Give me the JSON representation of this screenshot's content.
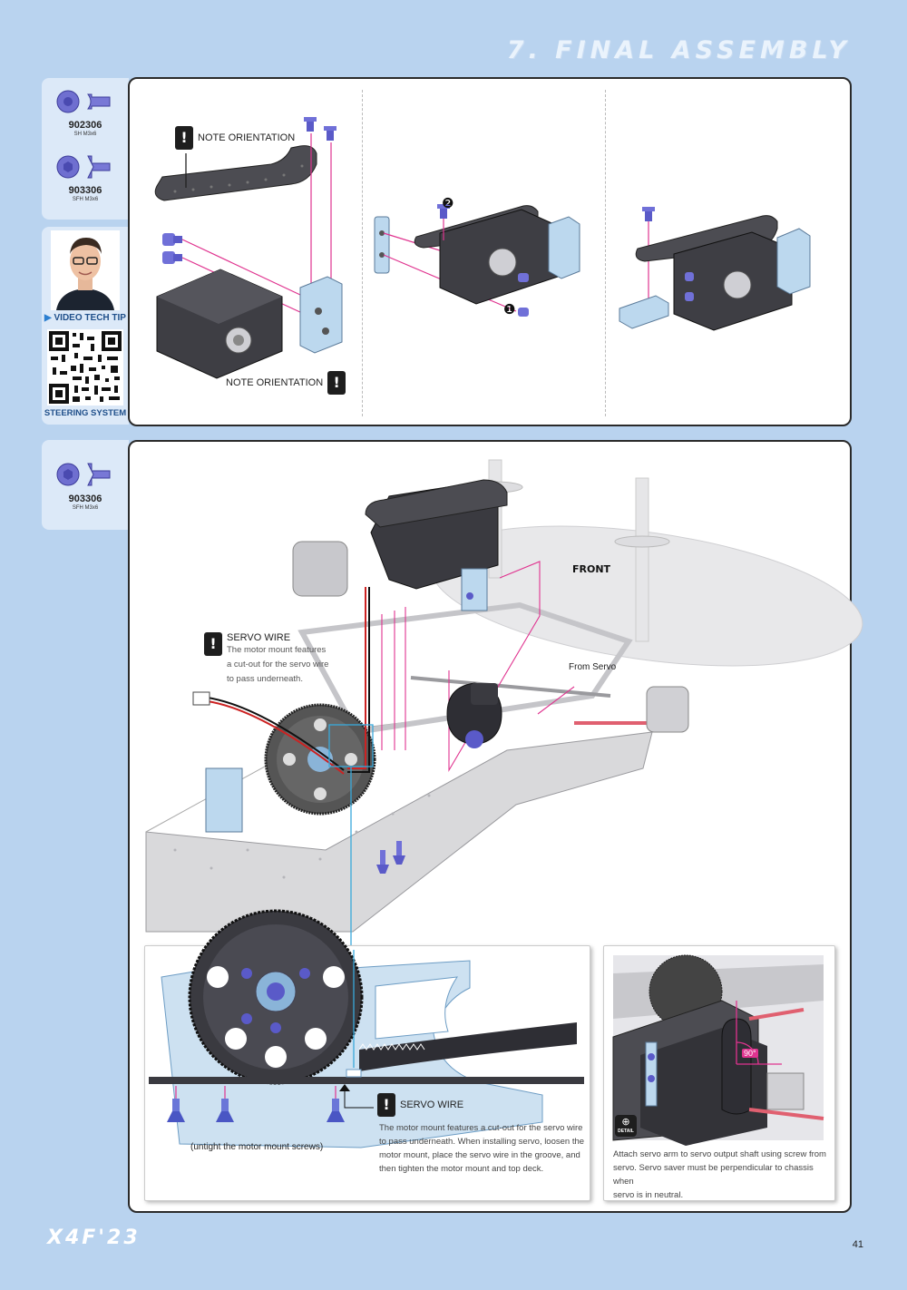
{
  "header": {
    "section_title": "7. FINAL ASSEMBLY"
  },
  "sidebar_top": {
    "parts": [
      {
        "number": "902306",
        "desc": "SH M3x6"
      },
      {
        "number": "903306",
        "desc": "SFH M3x6"
      }
    ],
    "video_tip_label": "VIDEO TECH TIP",
    "video_topic": "STEERING SYSTEM"
  },
  "sidebar_bottom": {
    "parts": [
      {
        "number": "903306",
        "desc": "SFH M3x6"
      }
    ]
  },
  "step1": {
    "note_top": "NOTE ORIENTATION",
    "note_bottom": "NOTE ORIENTATION",
    "callout_2": "❷",
    "callout_1": "❶"
  },
  "step2": {
    "front_label": "FRONT",
    "from_servo": "From Servo",
    "servo_wire_title": "SERVO WIRE",
    "servo_wire_text": [
      "The motor mount features",
      "a cut-out for the servo wire",
      "to pass underneath."
    ]
  },
  "detail_left": {
    "untight_caption": "(untight the motor mount screws)",
    "servo_wire_title": "SERVO WIRE",
    "servo_wire_text": [
      "The motor mount features a cut-out for the servo wire",
      "to pass underneath. When installing servo, loosen the",
      "motor mount,  place the servo wire in the groove, and",
      "then tighten the motor mount and top deck."
    ]
  },
  "detail_right": {
    "angle_label": "90°",
    "detail_badge": "DETAIL",
    "text": [
      "Attach servo arm to servo output shaft using screw from",
      "servo. Servo saver must be perpendicular to chassis when",
      "servo is in neutral."
    ]
  },
  "footer": {
    "logo": "X4F'23",
    "page_number": "41"
  },
  "colors": {
    "background": "#b9d3ef",
    "accent_magenta": "#e0338f",
    "accent_cyan": "#39a9db",
    "part_blue": "#4a56c4"
  }
}
